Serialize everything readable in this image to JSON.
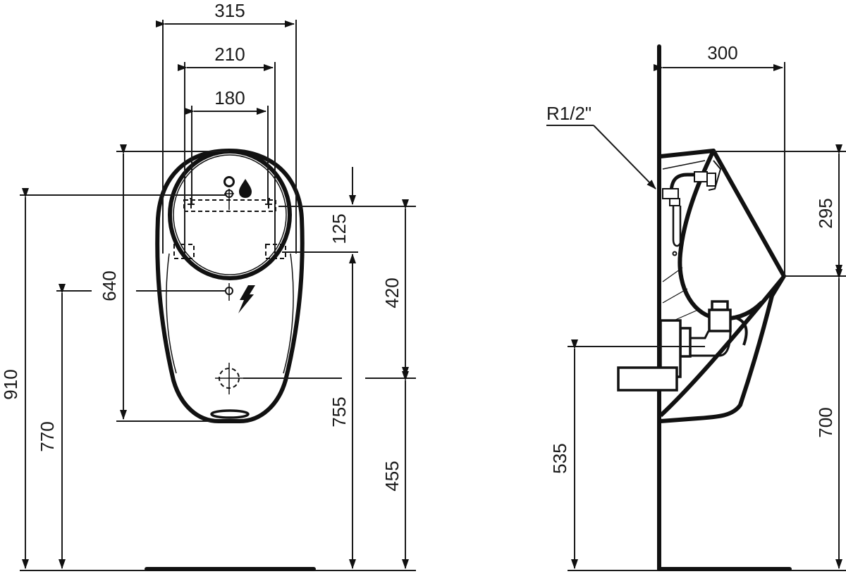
{
  "drawing": {
    "type": "technical drawing",
    "subject": "wall-hung urinal with concealed supply and electrical connection",
    "views": [
      "front",
      "side"
    ]
  },
  "front_view": {
    "dimensions": {
      "width_overall": "315",
      "width_fixing_outer": "210",
      "width_fixing_inner": "180",
      "height_body": "640",
      "height_top_from_floor": "910",
      "height_electrical_from_floor": "770",
      "distance_supply_to_fixing": "125",
      "distance_fixing_to_waste": "420",
      "height_fixing_from_floor": "755",
      "height_waste_from_floor": "455"
    },
    "symbols": {
      "water_supply": "water-drop-icon",
      "electrical": "lightning-bolt-icon"
    }
  },
  "side_view": {
    "dimensions": {
      "projection": "300",
      "height_upper": "295",
      "height_rim_from_floor": "700",
      "height_waste_from_floor": "535"
    },
    "labels": {
      "thread_callout": "R1/2\""
    }
  },
  "colors": {
    "line": "#111111",
    "background": "#ffffff"
  }
}
